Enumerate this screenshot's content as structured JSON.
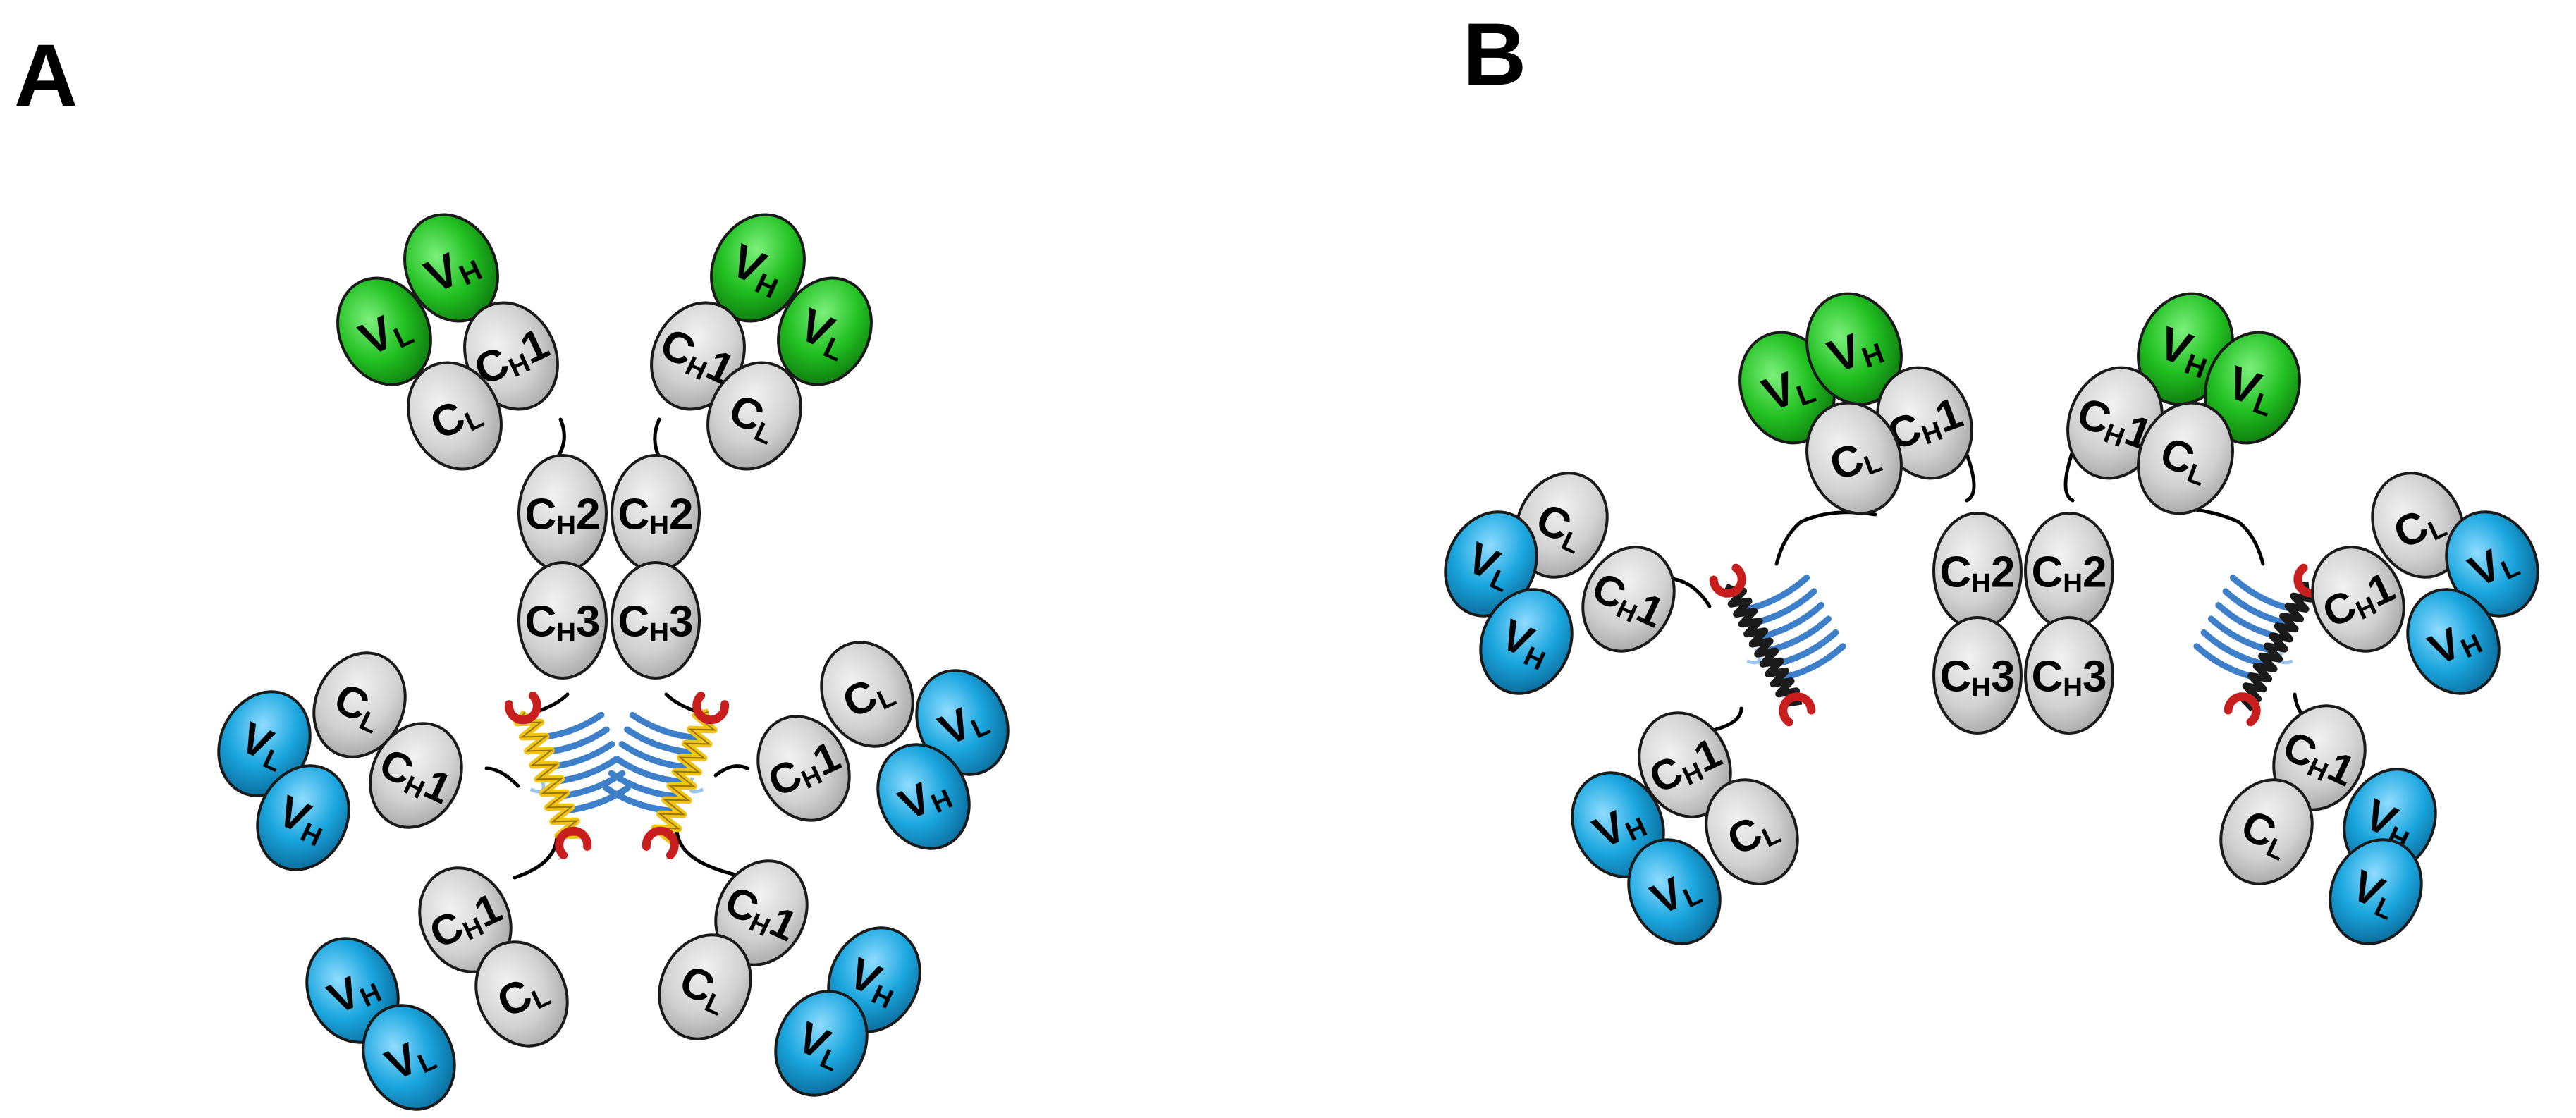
{
  "panels": [
    {
      "label": "A"
    },
    {
      "label": "B"
    }
  ],
  "domain_labels": {
    "VH": {
      "main": "V",
      "sub": "H"
    },
    "VL": {
      "main": "V",
      "sub": "L"
    },
    "CL": {
      "main": "C",
      "sub": "L"
    },
    "CH1": {
      "main": "C",
      "sub": "H",
      "suffix": "1"
    },
    "CH2": {
      "main": "C",
      "sub": "H",
      "suffix": "2"
    },
    "CH3": {
      "main": "C",
      "sub": "H",
      "suffix": "3"
    }
  },
  "colors": {
    "variable_heavy_chain_top": "#1fc01f",
    "variable_light_chain_top": "#1fc01f",
    "constant_domain": "#d2d2d2",
    "fused_variable_domain": "#1aa6de",
    "coiled_coil_A": "#f0c419",
    "coiled_coil_B": "#1a1a1a",
    "linker_cap": "#c81e1e",
    "scaffold_protein": "#3d7fc9"
  }
}
